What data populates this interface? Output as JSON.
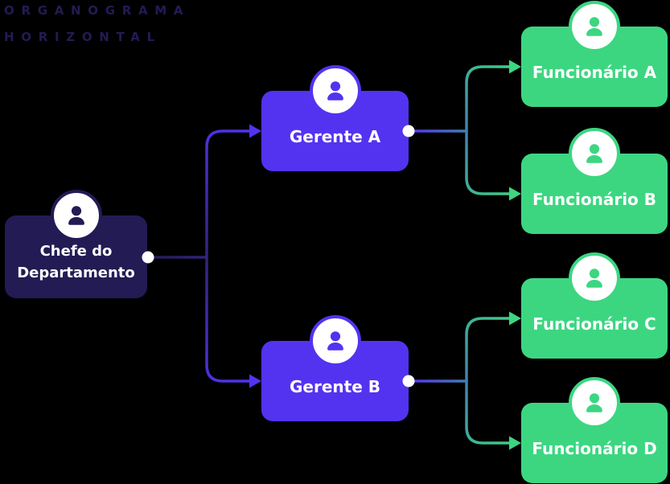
{
  "title": {
    "line1": "ORGANOGRAMA",
    "line2": "HORIZONTAL"
  },
  "diagram_type": "horizontal-org-chart",
  "colors": {
    "background": "#000000",
    "chief_navy": "#231b54",
    "manager_purple": "#5333f0",
    "employee_green": "#3cd681",
    "connector_mid_navy_purple": "#2f2478",
    "connector_mid_purple_green": "#417fb2",
    "node_text": "#ffffff"
  },
  "nodes": {
    "chefe": {
      "label": "Chefe do Departamento",
      "color": "#231b54"
    },
    "gerente_a": {
      "label": "Gerente A",
      "color": "#5333f0"
    },
    "gerente_b": {
      "label": "Gerente B",
      "color": "#5333f0"
    },
    "func_a": {
      "label": "Funcionário A",
      "color": "#3cd681"
    },
    "func_b": {
      "label": "Funcionário B",
      "color": "#3cd681"
    },
    "func_c": {
      "label": "Funcionário C",
      "color": "#3cd681"
    },
    "func_d": {
      "label": "Funcionário D",
      "color": "#3cd681"
    }
  },
  "edges": [
    {
      "from": "chefe",
      "to": "gerente_a"
    },
    {
      "from": "chefe",
      "to": "gerente_b"
    },
    {
      "from": "gerente_a",
      "to": "func_a"
    },
    {
      "from": "gerente_a",
      "to": "func_b"
    },
    {
      "from": "gerente_b",
      "to": "func_c"
    },
    {
      "from": "gerente_b",
      "to": "func_d"
    }
  ]
}
